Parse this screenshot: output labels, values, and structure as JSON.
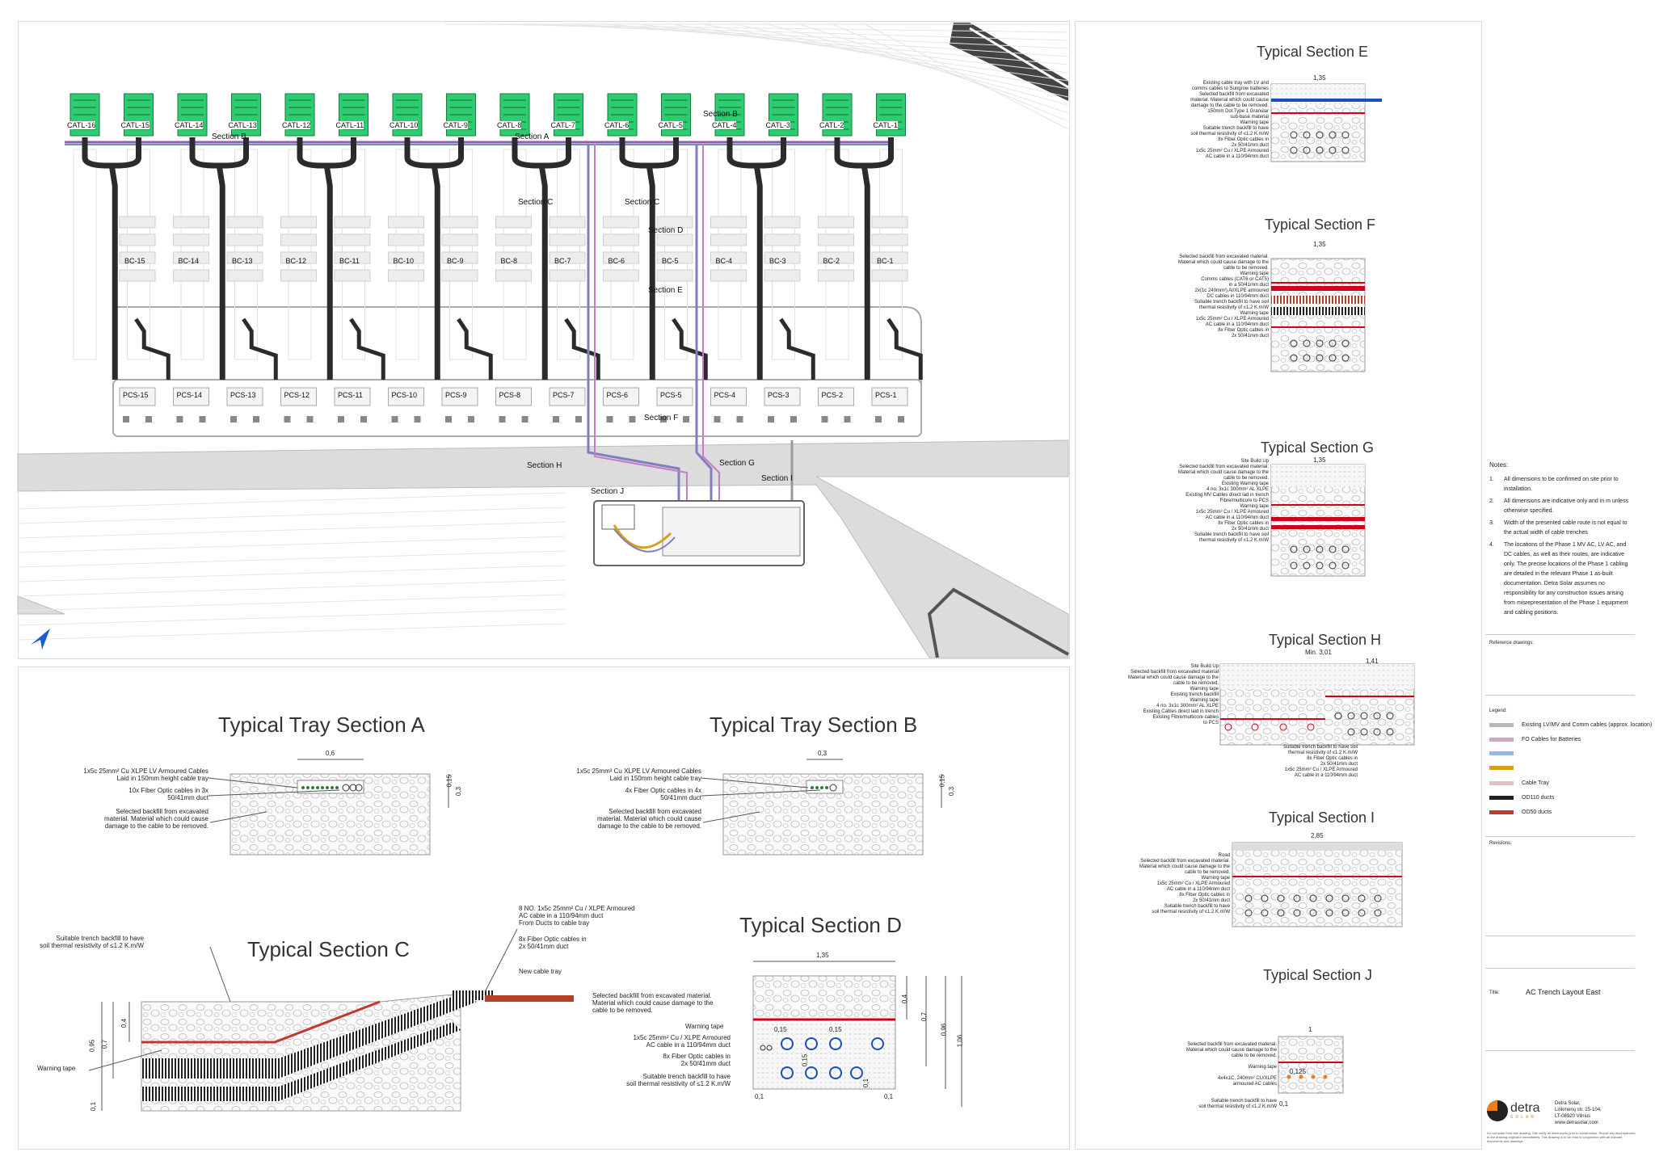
{
  "plan": {
    "catl_labels": [
      "CATL-16",
      "CATL-15",
      "CATL-14",
      "CATL-13",
      "CATL-12",
      "CATL-11",
      "CATL-10",
      "CATL-9",
      "CATL-8",
      "CATL-7",
      "CATL-6",
      "CATL-5",
      "CATL-4",
      "CATL-3",
      "CATL-2",
      "CATL-1"
    ],
    "bc_labels": [
      "BC-15",
      "BC-14",
      "BC-13",
      "BC-12",
      "BC-11",
      "BC-10",
      "BC-9",
      "BC-8",
      "BC-7",
      "BC-6",
      "BC-5",
      "BC-4",
      "BC-3",
      "BC-2",
      "BC-1"
    ],
    "pcs_labels": [
      "PCS-15",
      "PCS-14",
      "PCS-13",
      "PCS-12",
      "PCS-11",
      "PCS-10",
      "PCS-9",
      "PCS-8",
      "PCS-7",
      "PCS-6",
      "PCS-5",
      "PCS-4",
      "PCS-3",
      "PCS-2",
      "PCS-1"
    ],
    "section_labels": {
      "a": "Section A",
      "b_left": "Section B",
      "b_right": "Section B",
      "c_left": "Section C",
      "c_right": "Section C",
      "d": "Section D",
      "e": "Section E",
      "f": "Section F",
      "g": "Section G",
      "h": "Section H",
      "i": "Section I",
      "j": "Section J"
    }
  },
  "sections": {
    "tray_a": {
      "title": "Typical Tray Section A",
      "label1": "1x5c 25mm² Cu XLPE LV Armoured Cables",
      "label1b": "Laid in 150mm height cable tray",
      "label2": "10x Fiber Optic cables in 3x",
      "label2b": "50/41mm duct",
      "label3": "Selected backfill from excavated",
      "label3b": "material. Material which could cause",
      "label3c": "damage to the cable to be removed.",
      "dim_w": "0,6",
      "dim_h1": "0,15",
      "dim_h2": "0,3"
    },
    "tray_b": {
      "title": "Typical Tray Section B",
      "label1": "1x5c 25mm² Cu XLPE LV Armoured Cables",
      "label1b": "Laid in 150mm height cable tray",
      "label2": "4x Fiber Optic cables in 4x",
      "label2b": "50/41mm duct",
      "label3": "Selected backfill from excavated",
      "label3b": "material. Material which could cause",
      "label3c": "damage to the cable to be removed.",
      "dim_w": "0,3",
      "dim_h1": "0,15",
      "dim_h2": "0,3"
    },
    "c": {
      "title": "Typical Section C",
      "label1": "Suitable trench backfill to have",
      "label1b": "soil thermal resistivity of ≤1.2 K.m/W",
      "label2": "8 NO. 1x5c 25mm² Cu / XLPE Armoured",
      "label2b": "AC cable in a 110/94mm duct",
      "label2c": "From Ducts to cable tray",
      "label3": "8x Fiber Optic cables in",
      "label3b": "2x 50/41mm duct",
      "label4": "New cable tray",
      "label5": "Warning tape",
      "dim1": "0,95",
      "dim2": "0,7",
      "dim3": "0,4",
      "dim4": "0,1"
    },
    "d": {
      "title": "Typical Section D",
      "label1": "Selected backfill from excavated material.",
      "label1b": "Material which could cause damage to the",
      "label1c": "cable to be removed.",
      "label2": "Warning tape",
      "label3": "1x5c 25mm² Cu / XLPE Armoured",
      "label3b": "AC cable in a 110/94mm duct",
      "label4": "8x Fiber Optic cables in",
      "label4b": "2x 50/41mm duct",
      "label5": "Suitable trench backfill to have",
      "label5b": "soil thermal resistivity of ≤1.2 K.m/W",
      "dim_w": "1,35",
      "dim1": "0,4",
      "dim2": "0,7",
      "dim3": "0,96",
      "dim4": "1,06",
      "dim5": "0,15",
      "dim6": "0,15",
      "dim7": "0,15",
      "dim8": "0,1",
      "dim9": "0,1",
      "dim10": "0,1"
    },
    "e": {
      "title": "Typical Section E",
      "l1": "Existing cable tray with LV and",
      "l1b": "comms cables to Sungrow batteries",
      "l2": "Selected backfill from excavated",
      "l2b": "material. Material which could cause",
      "l2c": "damage to the cable to be removed.",
      "l3": "150mm Dot Type 1 Granular",
      "l3b": "sub-base material",
      "l4": "Warning tape",
      "l5": "Suitable trench backfill to have",
      "l5b": "soil thermal resistivity of ≤1.2 K.m/W",
      "l6": "8x Fiber Optic cables in",
      "l6b": "2x 50/41mm duct",
      "l7": "1x5c 25mm² Cu / XLPE Armoured",
      "l7b": "AC cable in a 110/94mm duct",
      "dim_w": "1,35"
    },
    "f": {
      "title": "Typical Section F",
      "l1": "Selected backfill from excavated material.",
      "l1b": "Material which could cause damage to the",
      "l1c": "cable to be removed.",
      "l2": "Warning tape",
      "l3": "Comms cables (CAT6 or CAT5)",
      "l3b": "in a 50/41mm duct",
      "l4": "2x(1c 240mm²) Al/XLPE armoured",
      "l4b": "DC cables in 110/94mm duct",
      "l5": "Suitable trench backfill to have soil",
      "l5b": "thermal resistivity of ≤1.2 K.m/W",
      "l6": "Warning tape",
      "l7": "1x5c 25mm² Cu / XLPE Armoured",
      "l7b": "AC cable in a 110/94mm duct",
      "l8": "8x Fiber Optic cables in",
      "l8b": "2x 50/41mm duct",
      "dim_w": "1,35"
    },
    "g": {
      "title": "Typical Section G",
      "l0": "Site Build Up",
      "l1": "Selected backfill from excavated material.",
      "l1b": "Material which could cause damage to the",
      "l1c": "cable to be removed.",
      "l2": "Existing Warning tape",
      "l3": "4 no. 3x1c 300mm² AL XLPE",
      "l3b": "Existing MV Cables direct lad in trench",
      "l4": "Fibre/multicore to PCS",
      "l5": "Warning tape",
      "l6": "1x5c 25mm² Cu / XLPE Armoured",
      "l6b": "AC cable in a 110/94mm duct",
      "l7": "8x Fiber Optic cables in",
      "l7b": "2x 50/41mm duct",
      "l8": "Suitable trench backfill to have soil",
      "l8b": "thermal resistivity of ≤1.2 K.m/W",
      "dim_w": "1,35"
    },
    "h": {
      "title": "Typical Section H",
      "l0": "Site Build Up",
      "l1": "Selected backfill from excavated material",
      "l1b": "Material which could cause damage to the",
      "l1c": "cable to be removed.",
      "l2": "Warning tape",
      "l3": "Existing trench backfill",
      "l4": "Warning tape",
      "l5": "4 no. 3x1c 300mm² AL XLPE",
      "l5b": "Existing Cables direct laid in trench",
      "l6": "Existing Fibre/multicore cables",
      "l6b": "to PCS",
      "l7": "Suitable trench backfill to have soil",
      "l7b": "thermal resistivity of ≤1.2 K.m/W",
      "l8": "8x Fiber Optic cables in",
      "l8b": "2x 50/41mm duct",
      "l9": "1x5c 25mm² Cu / XLPE Armoured",
      "l9b": "AC cable in a 110/94mm duct",
      "dim_w": "Min. 3,01",
      "dim_w2": "1,41"
    },
    "i": {
      "title": "Typical Section I",
      "l1": "Road",
      "l2": "Selected backfill from excavated material.",
      "l2b": "Material which could cause damage to the",
      "l2c": "cable to be removed.",
      "l3": "Warning tape",
      "l4": "1x5c 25mm² Cu / XLPE Armoured",
      "l4b": "AC cable in a 110/94mm duct",
      "l5": "8x Fiber Optic cables in",
      "l5b": "2x 50/41mm duct",
      "l6": "Suitable trench backfill to have",
      "l6b": "soil thermal resistivity of ≤1.2 K.m/W",
      "dim_w": "2,85"
    },
    "j": {
      "title": "Typical Section J",
      "l1": "Selected backfill from excavated material.",
      "l1b": "Material which could cause damage to the",
      "l1c": "cable to be removed.",
      "l2": "Warning tape",
      "l3": "4x4x1C, 240mm² CU/XLPE",
      "l3b": "armoured AC cables",
      "l4": "Suitable trench backfill to have",
      "l4b": "soil thermal resistivity of ≤1.2 K.m/W",
      "dim_w": "1",
      "dim_s": "0,125",
      "dim_b": "0,1"
    }
  },
  "titleblock": {
    "notes_header": "Notes:",
    "notes": [
      {
        "n": "1.",
        "t": "All dimensions to be confirmed on site prior to installation."
      },
      {
        "n": "2.",
        "t": "All dimensions are indicative only and in m unless otherwise specified."
      },
      {
        "n": "3.",
        "t": "Width of the presented cable route is not equal to the actual width of cable trenches"
      },
      {
        "n": "4.",
        "t": "The locations of the Phase 1 MV AC, LV AC, and DC cables, as well as their routes, are indicative only. The precise locations of the Phase 1 cabling are detailed in the relevant Phase 1 as-built documentation. Detra Solar assumes no responsibility for any construction issues arising from misrepresentation of the Phase 1 equipment and cabling positions."
      }
    ],
    "reference_header": "Reference drawings:",
    "legend_header": "Legend:",
    "legend": [
      {
        "label": "Existing LV/MV and Comm cables (approx. location)",
        "color": "#b8b8b8"
      },
      {
        "label": "FO Cables for Batteries",
        "color": "#d6a3c8"
      },
      {
        "label": "",
        "color": "#9bb7e0"
      },
      {
        "label": "",
        "color": "#d4a017"
      },
      {
        "label": "Cable Tray",
        "color": "#e0c0c0"
      },
      {
        "label": "OD110 ducts",
        "color": "#222222"
      },
      {
        "label": "OD50 ducts",
        "color": "#c0392b"
      }
    ],
    "revisions_header": "Revisions:",
    "title_label": "Title:",
    "title_value": "AC Trench Layout East",
    "company_logo": "detra",
    "company_logo_sub": "SOLAR",
    "company_name": "Detra Solar,",
    "company_addr1": "Linkmenų str. 25-104,",
    "company_addr2": "LT-08920 Vilnius",
    "company_web": "www.detrasolar.com",
    "footer_small": "Do not scale from this drawing. Site verify all dimensions prior to construction. Report any discrepancies to the drawing originator immediately. This drawing is to be read in conjunction with all relevant documents and drawings."
  },
  "colors": {
    "battery_green": "#2ecc71",
    "duct_black": "#2b2b2b",
    "warning_red": "#d0021b",
    "blue_tray": "#1a4fbf",
    "panel_border": "#cfe3cf"
  }
}
